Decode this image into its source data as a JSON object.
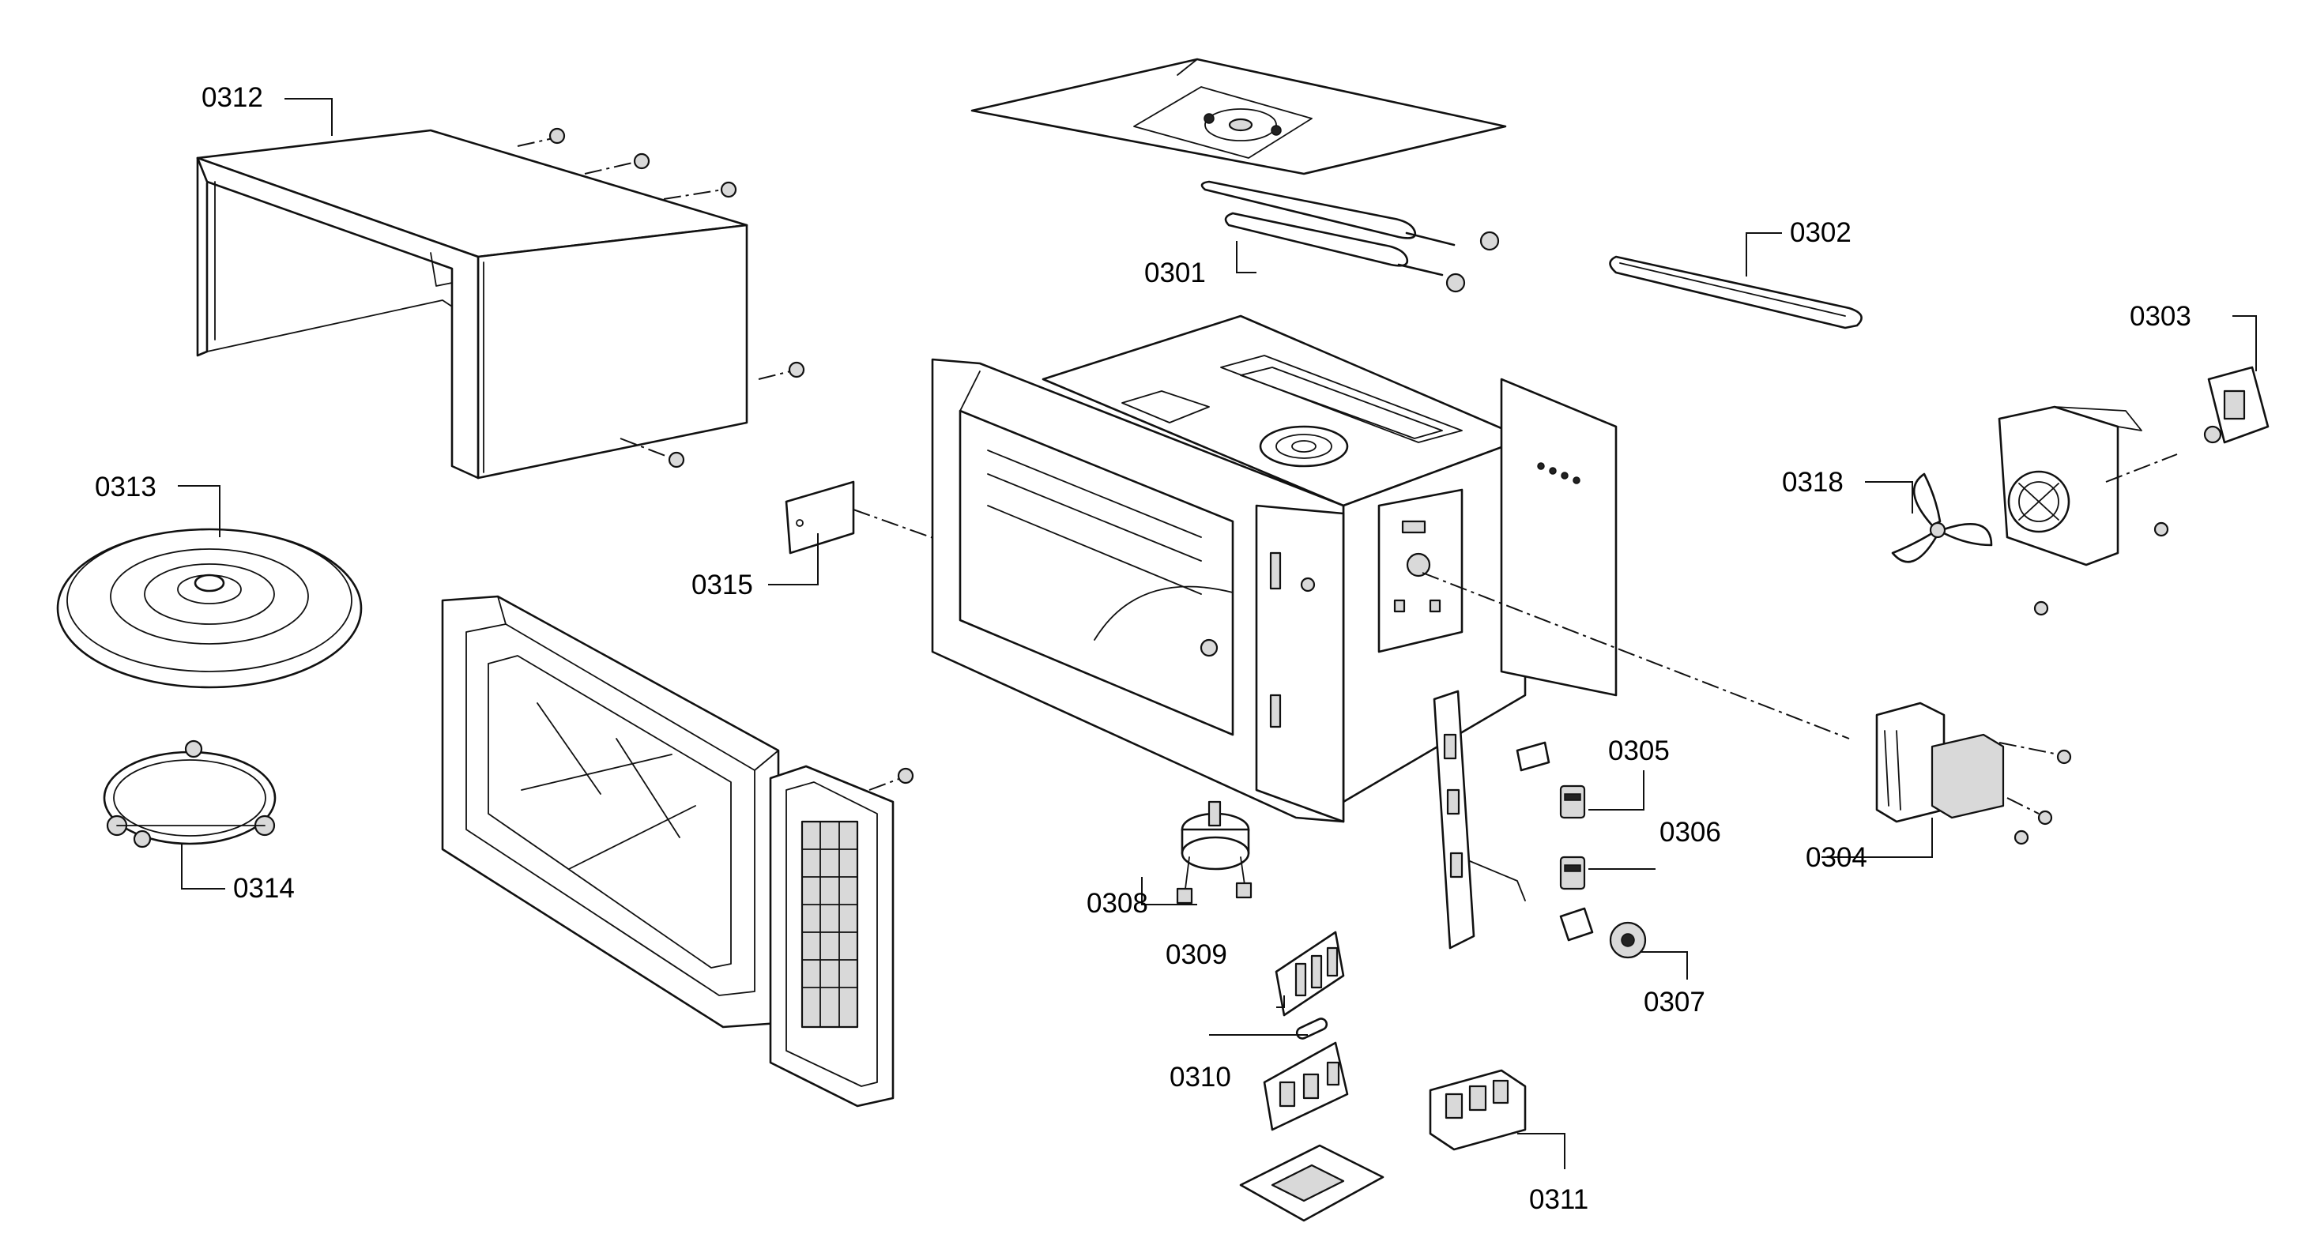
{
  "diagram": {
    "labels": {
      "p0301": "0301",
      "p0302": "0302",
      "p0303": "0303",
      "p0304": "0304",
      "p0305": "0305",
      "p0306": "0306",
      "p0307": "0307",
      "p0308": "0308",
      "p0309": "0309",
      "p0310": "0310",
      "p0311": "0311",
      "p0312": "0312",
      "p0313": "0313",
      "p0314": "0314",
      "p0315": "0315",
      "p0318": "0318"
    }
  }
}
